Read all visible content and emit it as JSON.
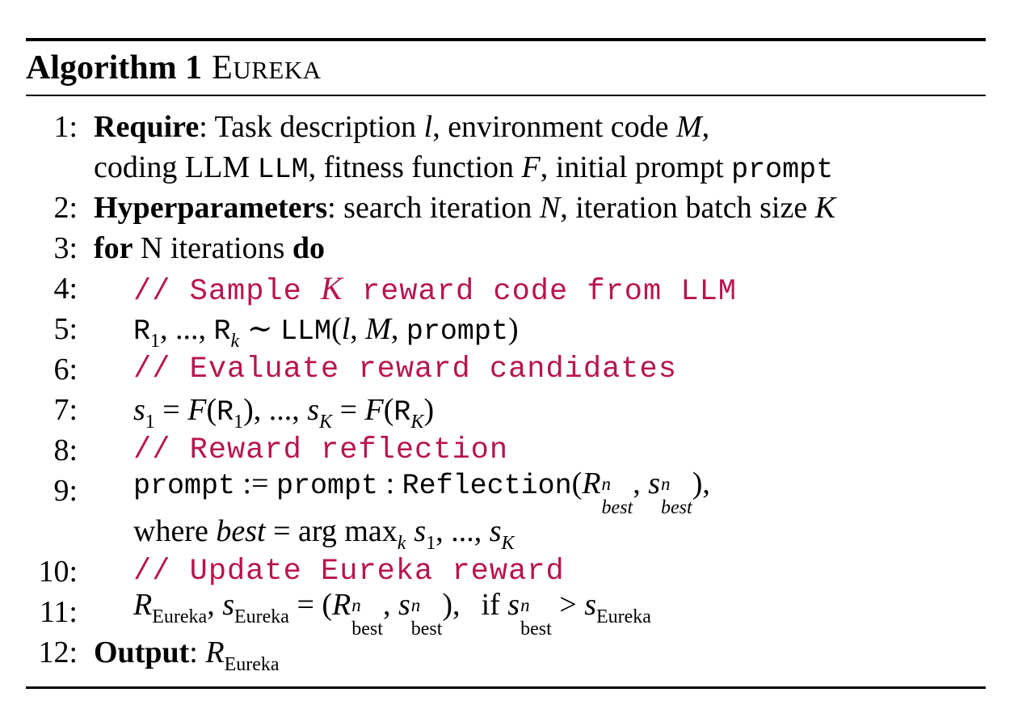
{
  "algorithm": {
    "label": "Algorithm 1",
    "name_first": "E",
    "name_rest": "UREKA"
  },
  "lines": {
    "l1": {
      "num": "1:",
      "kw": "Require",
      "a": ": Task description ",
      "v_l": "l",
      "b": ", environment code ",
      "v_M": "M",
      "c": ",",
      "cont_a": "coding LLM ",
      "cont_llm": "LLM",
      "cont_b": ", fitness function ",
      "cont_F": "F",
      "cont_c": ", initial prompt ",
      "cont_prompt": "prompt"
    },
    "l2": {
      "num": "2:",
      "kw": "Hyperparameters",
      "a": ": search iteration ",
      "v_N": "N",
      "b": ", iteration batch size ",
      "v_K": "K"
    },
    "l3": {
      "num": "3:",
      "kw_for": "for",
      "mid": " N iterations ",
      "kw_do": "do"
    },
    "l4": {
      "num": "4:",
      "c1": "// Sample ",
      "k": "K",
      "c2": " reward code from LLM"
    },
    "l5": {
      "num": "5:",
      "r": "R",
      "one": "1",
      "dots": ", ..., ",
      "k": "k",
      "sim": " ∼ ",
      "llm": "LLM",
      "open": "(",
      "l": "l",
      "comma": ", ",
      "m": "M",
      "prompt": "prompt",
      "close": ")"
    },
    "l6": {
      "num": "6:",
      "text": "// Evaluate reward candidates"
    },
    "l7": {
      "num": "7:",
      "s": "s",
      "one": "1",
      "eq": " = ",
      "F": "F",
      "open": "(",
      "R": "R",
      "close": ")",
      "dots": ", ..., ",
      "K": "K"
    },
    "l8": {
      "num": "8:",
      "text": "// Reward reflection"
    },
    "l9": {
      "num": "9:",
      "prompt": "prompt",
      "assign": " := ",
      "colon": " : ",
      "refl": "Reflection",
      "open": "(",
      "R": "R",
      "n": "n",
      "best": "best",
      "comma": ", ",
      "s": "s",
      "close": "),",
      "cont_where": "where ",
      "cont_best": "best",
      "cont_eq": " = arg max",
      "cont_k": "k",
      "cont_s": "s",
      "cont_one": "1",
      "cont_dots": ", ..., ",
      "cont_K": "K"
    },
    "l10": {
      "num": "10:",
      "text": "// Update Eureka reward"
    },
    "l11": {
      "num": "11:",
      "R": "R",
      "eureka": "Eureka",
      "comma": ", ",
      "s": "s",
      "eq": " = (",
      "n": "n",
      "best": "best",
      "close": "),",
      "if": "if ",
      "gt": " > "
    },
    "l12": {
      "num": "12:",
      "kw": "Output",
      "colon": ": ",
      "R": "R",
      "eureka": "Eureka"
    }
  }
}
